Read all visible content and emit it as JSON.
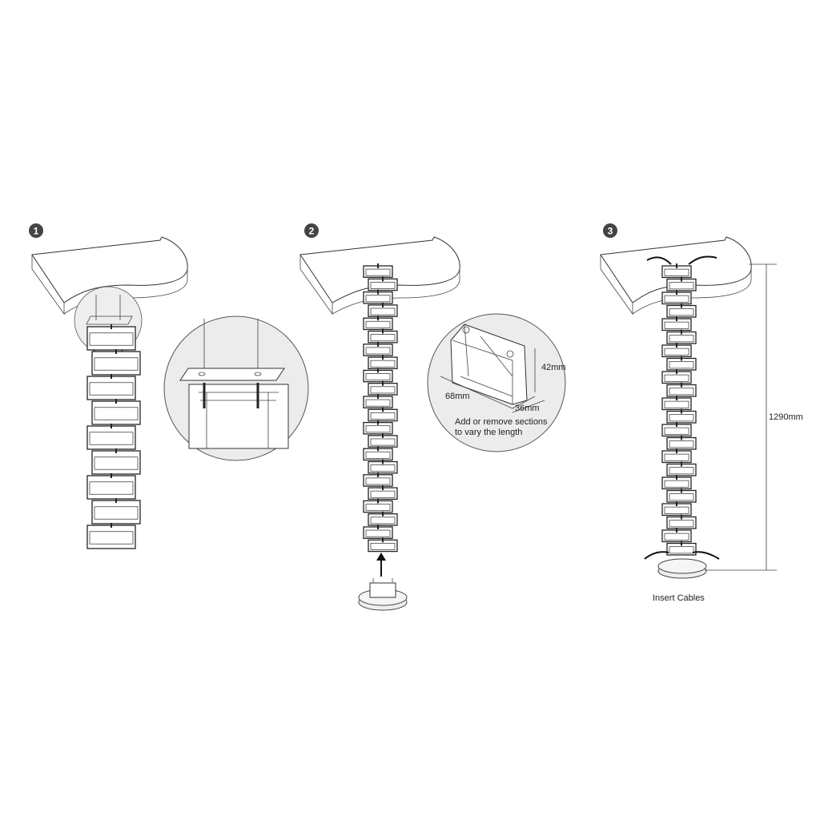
{
  "steps": [
    {
      "number": "1"
    },
    {
      "number": "2",
      "dimensions": {
        "height": "42mm",
        "length": "68mm",
        "width": "36mm"
      },
      "note_line1": "Add or remove sections",
      "note_line2": "to vary the length"
    },
    {
      "number": "3",
      "total_length": "1290mm",
      "caption": "Insert Cables"
    }
  ],
  "colors": {
    "badge": "#444444",
    "line": "#333333",
    "circle_fill": "#ececec"
  }
}
